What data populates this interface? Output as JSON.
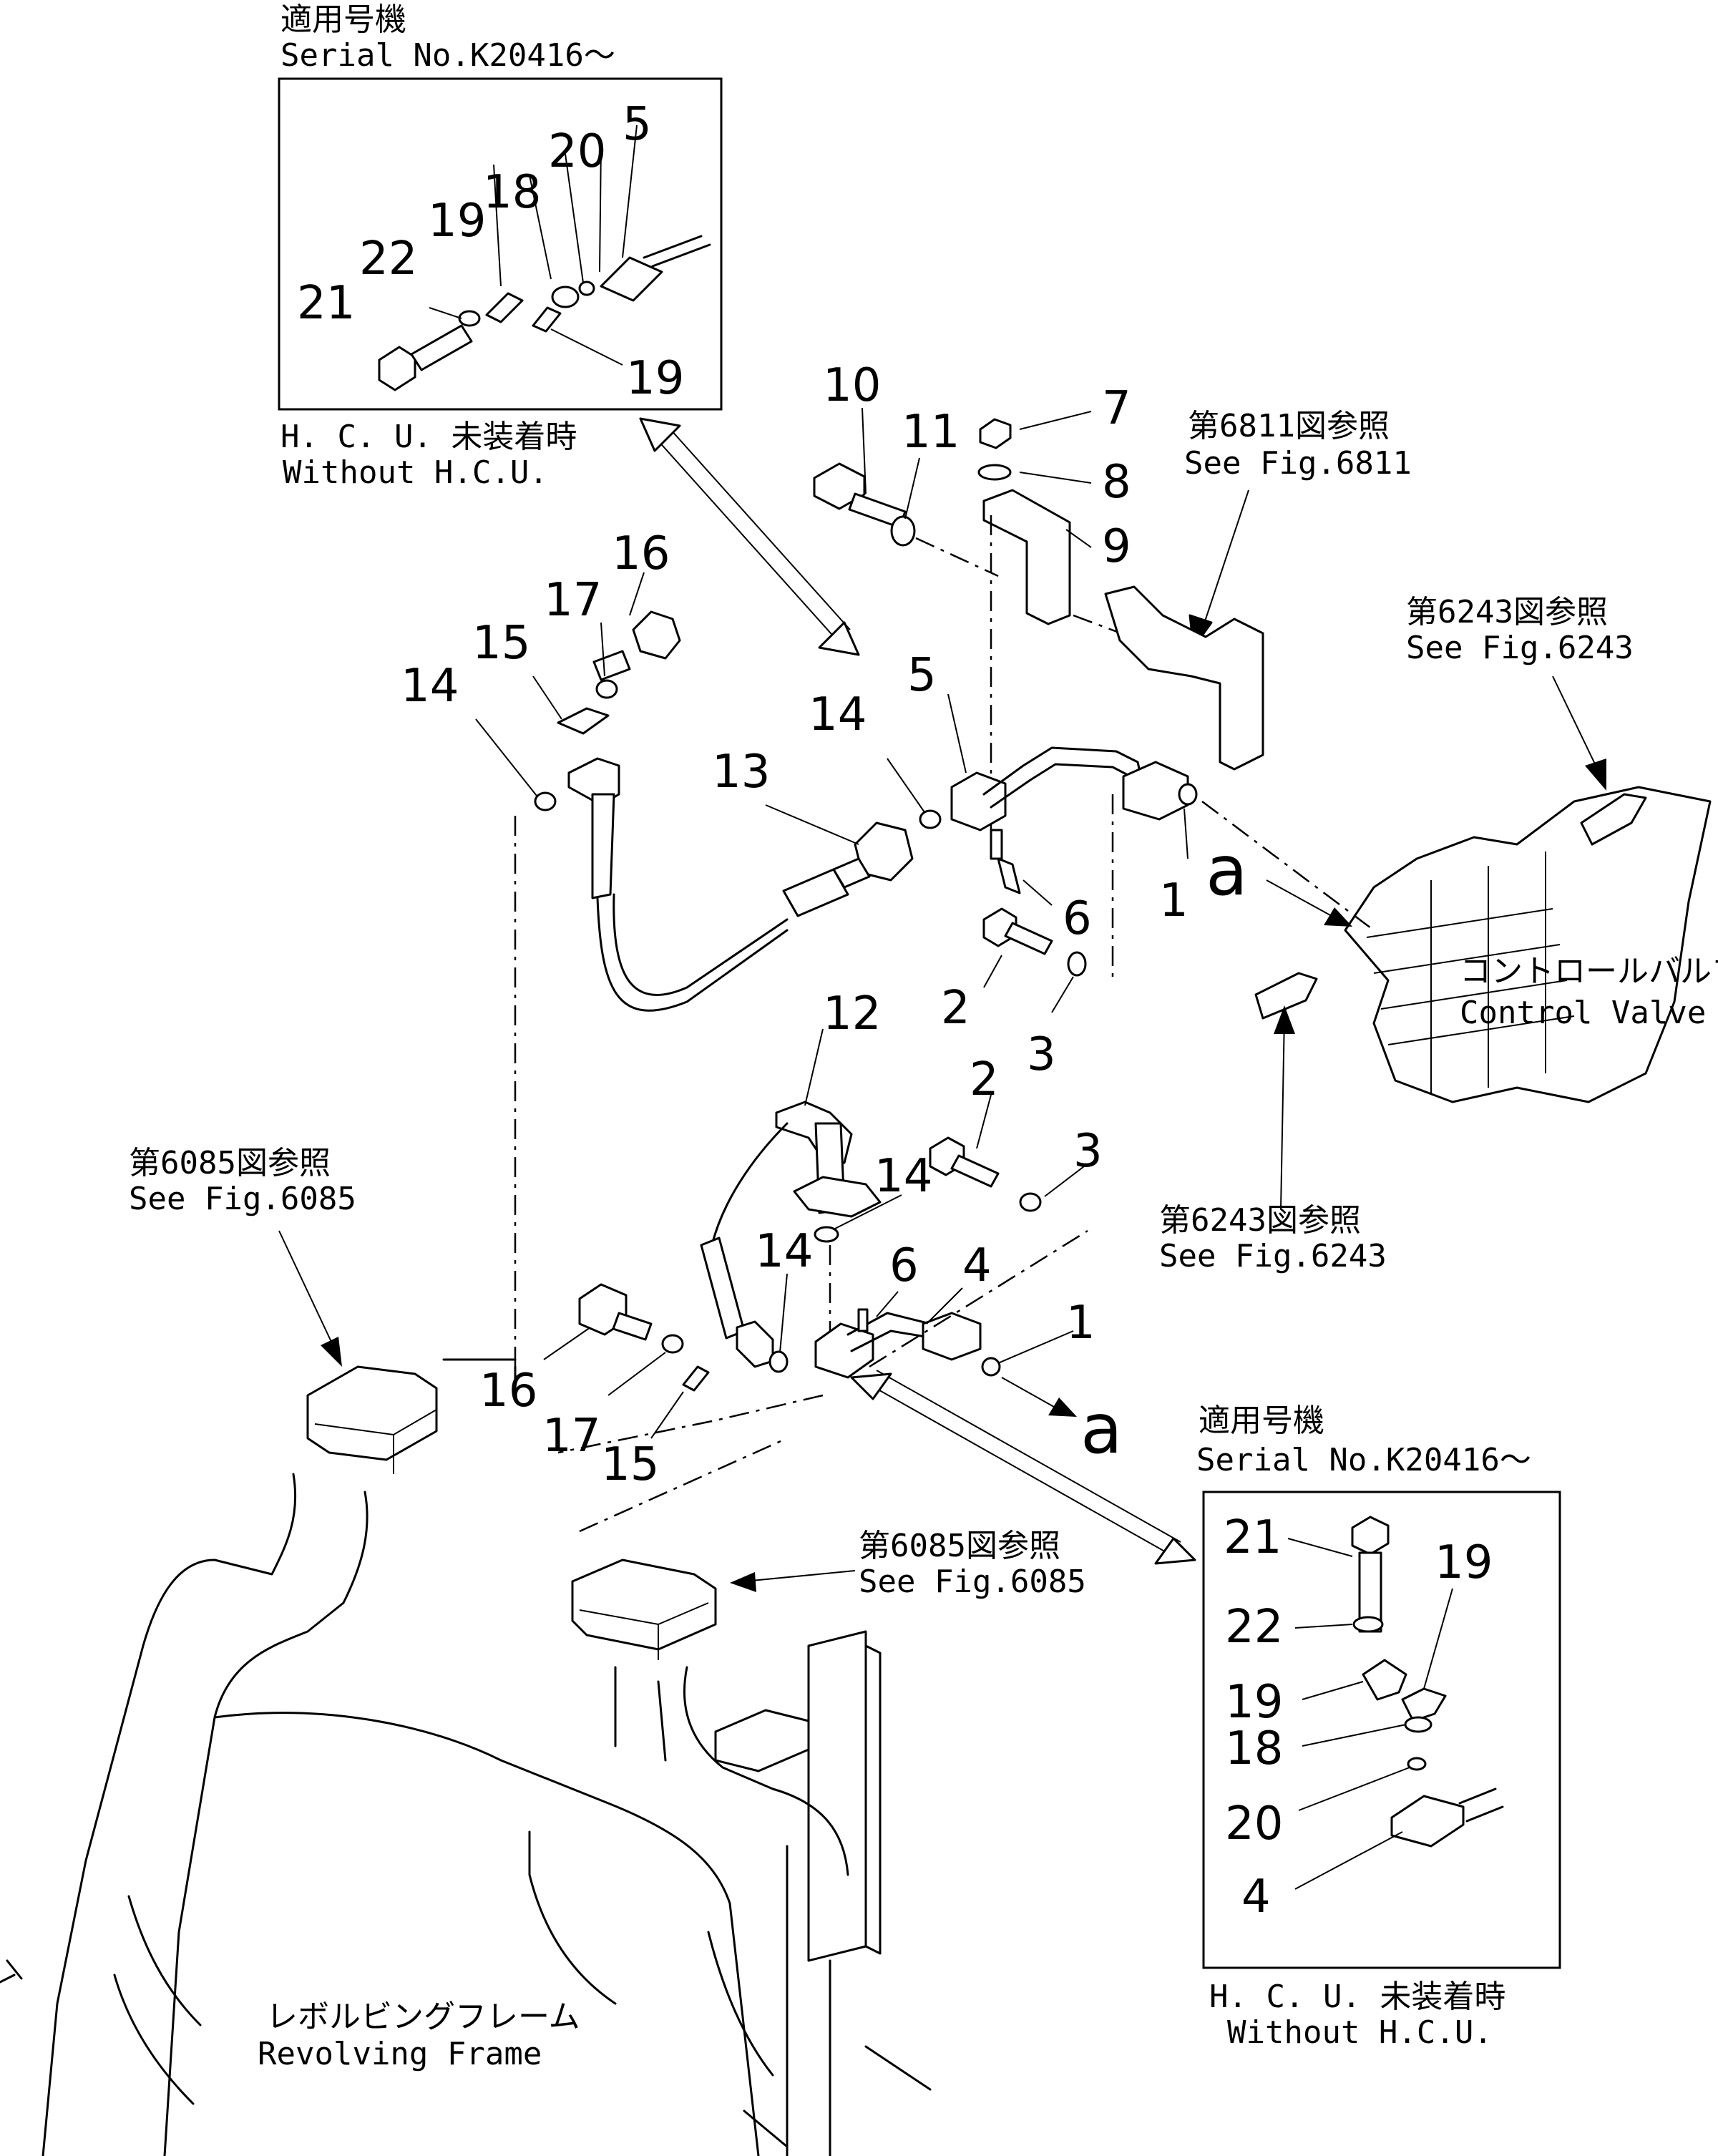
{
  "inset_top": {
    "serial_jp": "適用号機",
    "serial_en": "Serial No.K20416～",
    "caption_jp": "H. C. U. 未装着時",
    "caption_en": "Without H.C.U.",
    "numbers": [
      "21",
      "22",
      "19",
      "18",
      "20",
      "5",
      "19"
    ]
  },
  "inset_bottom": {
    "serial_jp": "適用号機",
    "serial_en": "Serial No.K20416～",
    "caption_jp": "H. C. U. 未装着時",
    "caption_en": "Without H.C.U.",
    "numbers": [
      "21",
      "19",
      "22",
      "19",
      "18",
      "20",
      "4"
    ]
  },
  "references": {
    "fig6811_jp": "第6811図参照",
    "fig6811_en": "See Fig.6811",
    "fig6243_top_jp": "第6243図参照",
    "fig6243_top_en": "See Fig.6243",
    "fig6243_bottom_jp": "第6243図参照",
    "fig6243_bottom_en": "See Fig.6243",
    "fig6085_left_jp": "第6085図参照",
    "fig6085_left_en": "See Fig.6085",
    "fig6085_mid_jp": "第6085図参照",
    "fig6085_mid_en": "See Fig.6085"
  },
  "components": {
    "control_valve_jp": "コントロールバルブ",
    "control_valve_en": "Control Valve",
    "revolving_frame_jp": "レボルビングフレーム",
    "revolving_frame_en": "Revolving Frame"
  },
  "connection_marker": "a",
  "part_numbers": {
    "p10": "10",
    "p11": "11",
    "p7": "7",
    "p8": "8",
    "p9": "9",
    "p16a": "16",
    "p17a": "17",
    "p15a": "15",
    "p14a": "14",
    "p13": "13",
    "p14b": "14",
    "p5": "5",
    "p6a": "6",
    "p1a": "1",
    "p2a": "2",
    "p3a": "3",
    "p12": "12",
    "p2b": "2",
    "p3b": "3",
    "p14c": "14",
    "p14d": "14",
    "p6b": "6",
    "p4": "4",
    "p1b": "1",
    "p16b": "16",
    "p17b": "17",
    "p15b": "15"
  }
}
